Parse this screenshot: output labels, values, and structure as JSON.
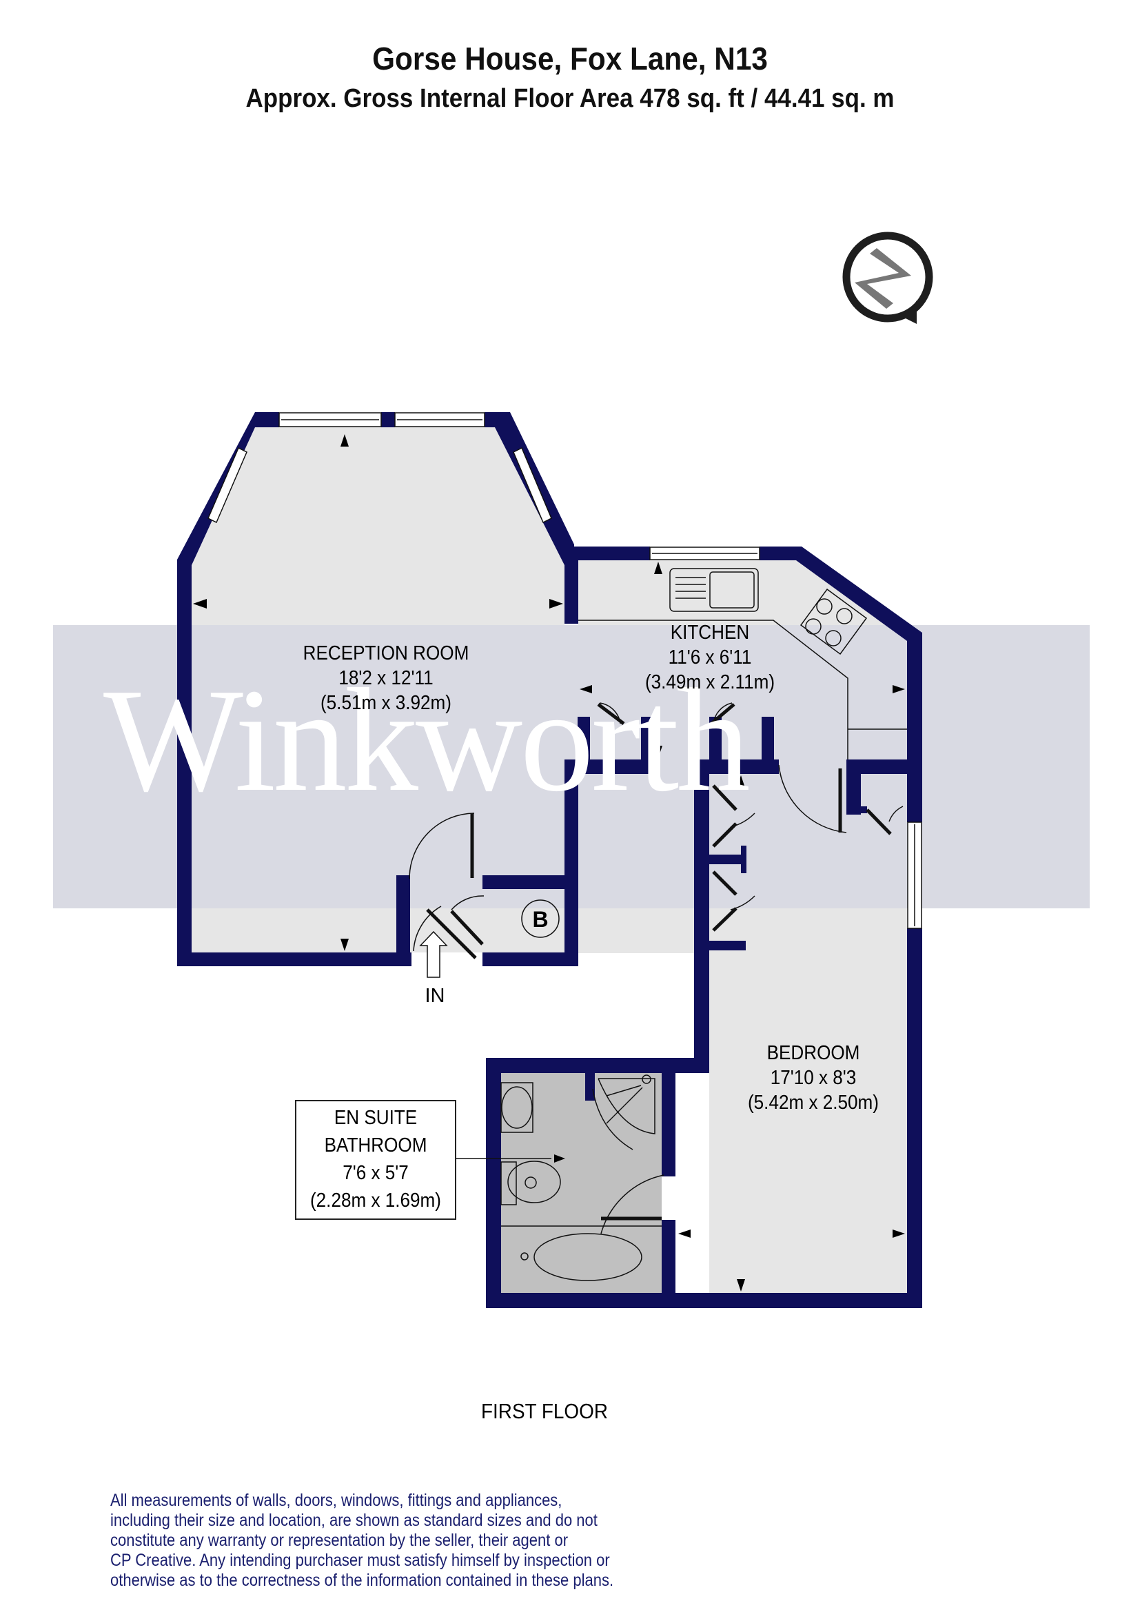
{
  "header": {
    "title": "Gorse House, Fox Lane, N13",
    "subtitle": "Approx. Gross Internal Floor Area 478 sq. ft / 44.41 sq. m"
  },
  "watermark": {
    "text": "Winkworth",
    "band_color": "#d9dae3"
  },
  "compass": {
    "icon": "north-compass-icon",
    "letter": "N"
  },
  "colors": {
    "wall": "#0f0f5a",
    "floor": "#e6e6e6",
    "bathroom_floor": "#c0c0c0",
    "disclaimer": "#1a1f6e"
  },
  "rooms": {
    "reception": {
      "name": "RECEPTION ROOM",
      "imperial": "18'2 x 12'11",
      "metric": "(5.51m x 3.92m)"
    },
    "kitchen": {
      "name": "KITCHEN",
      "imperial": "11'6 x 6'11",
      "metric": "(3.49m x 2.11m)"
    },
    "bedroom": {
      "name": "BEDROOM",
      "imperial": "17'10 x 8'3",
      "metric": "(5.42m x 2.50m)"
    },
    "ensuite": {
      "name_line1": "EN SUITE",
      "name_line2": "BATHROOM",
      "imperial": "7'6 x 5'7",
      "metric": "(2.28m x 1.69m)"
    }
  },
  "labels": {
    "boiler": "B",
    "entrance": "IN"
  },
  "floor": {
    "name": "FIRST FLOOR"
  },
  "disclaimer": {
    "lines": [
      "All measurements of walls, doors, windows, fittings and appliances,",
      "including their size and location, are shown as standard sizes and do not",
      "constitute any warranty or representation by the seller, their agent or",
      "CP Creative. Any intending purchaser must satisfy himself by inspection or",
      "otherwise as to the correctness of the information contained in these plans."
    ]
  }
}
